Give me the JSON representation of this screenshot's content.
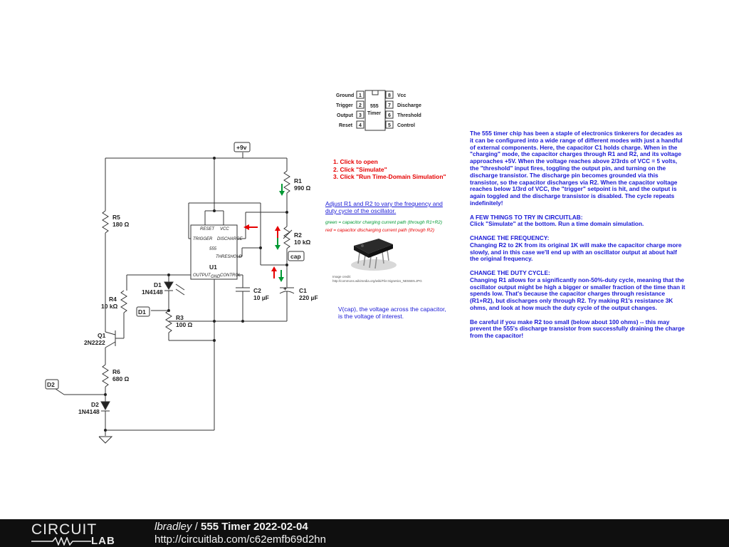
{
  "pinout": {
    "left": [
      {
        "name": "Ground",
        "num": "1"
      },
      {
        "name": "Trigger",
        "num": "2"
      },
      {
        "name": "Output",
        "num": "3"
      },
      {
        "name": "Reset",
        "num": "4"
      }
    ],
    "right": [
      {
        "name": "Vcc",
        "num": "8"
      },
      {
        "name": "Discharge",
        "num": "7"
      },
      {
        "name": "Threshold",
        "num": "6"
      },
      {
        "name": "Control",
        "num": "5"
      }
    ],
    "chip_line1": "555",
    "chip_line2": "Timer"
  },
  "instructions": [
    "1. Click to open",
    "2. Click \"Simulate\"",
    "3. Click \"Run Time-Domain Simulation\""
  ],
  "adjust_note": "Adjust R1 and R2 to vary the frequency and duty cycle of the oscillator.",
  "legend": {
    "green": "green = capacitor charging current path (through R1+R2)",
    "red": "red = capacitor discharging current path (through R2)"
  },
  "image_credit": "Image credit: http://commons.wikimedia.org/wiki/File:Signetics_NE555N.JPG",
  "vcap_note": "V(cap), the voltage across the capacitor, is the voltage of interest.",
  "description": [
    "The 555 timer chip has been a staple of electronics tinkerers for decades as it can be configured into a wide range of different modes with just a handful of external components. Here, the capacitor C1 holds charge. When in the \"charging\" mode, the capacitor charges through R1 and R2, and its voltage approaches +5V. When the voltage reaches above 2/3rds of VCC = 5 volts, the \"threshold\" input fires, toggling the output pin, and turning on the discharge transistor. The discharge pin becomes grounded via this transistor, so the capacitor discharges via R2. When the capacitor voltage reaches below 1/3rd of VCC, the \"trigger\" setpoint is hit, and the output is again toggled and the discharge transistor is disabled. The cycle repeats indefinitely!",
    "A FEW THINGS TO TRY IN CIRCUITLAB:",
    "Click \"Simulate\" at the bottom. Run a time domain simulation.",
    "CHANGE THE FREQUENCY:",
    "Changing R2 to 2K from its original 1K will make the capacitor charge more slowly, and in this case we'll end up with an oscillator output at about half the original frequency.",
    "CHANGE THE DUTY CYCLE:",
    "Changing R1 allows for a significantly non-50%-duty cycle, meaning that the oscillator output might be high a bigger or smaller fraction of the time than it spends low. That's because the capacitor charges through resistance (R1+R2), but discharges only through R2. Try making R1's resistance 3K ohms, and look at how much the duty cycle of the output changes.",
    "Be careful if you make R2 too small (below about 100 ohms) -- this may prevent the 555's discharge transistor from successfully draining the charge from the capacitor!"
  ],
  "schematic": {
    "vcc_tag": "+9v",
    "cap_tag": "cap",
    "d1_tag": "D1",
    "d2_tag": "D2",
    "R1": {
      "name": "R1",
      "value": "990 Ω"
    },
    "R2": {
      "name": "R2",
      "value": "10 kΩ"
    },
    "R3": {
      "name": "R3",
      "value": "100 Ω"
    },
    "R4": {
      "name": "R4",
      "value": "10 kΩ"
    },
    "R5": {
      "name": "R5",
      "value": "180 Ω"
    },
    "R6": {
      "name": "R6",
      "value": "680 Ω"
    },
    "C1": {
      "name": "C1",
      "value": "220 µF"
    },
    "C2": {
      "name": "C2",
      "value": "10 µF"
    },
    "D1": {
      "name": "D1",
      "value": "1N4148"
    },
    "D2": {
      "name": "D2",
      "value": "1N4148"
    },
    "Q1": {
      "name": "Q1",
      "value": "2N2222"
    },
    "U1": {
      "name": "U1",
      "chip": "555",
      "pins": [
        "RESET",
        "VCC",
        "TRIGGER",
        "DISCHARGE",
        "THRESHOLD",
        "OUTPUT",
        "GND",
        "CONTROL"
      ]
    }
  },
  "footer": {
    "logo_top": "CIRCUIT",
    "logo_bottom": "LAB",
    "author": "lbradley",
    "separator": " / ",
    "title": "555 Timer 2022-02-04",
    "url": "http://circuitlab.com/c62emfb69d2hn"
  },
  "colors": {
    "text_blue": "#1a1ad6",
    "text_red": "#e60000",
    "text_green": "#009933",
    "footer_bg": "#0f0f0f"
  }
}
